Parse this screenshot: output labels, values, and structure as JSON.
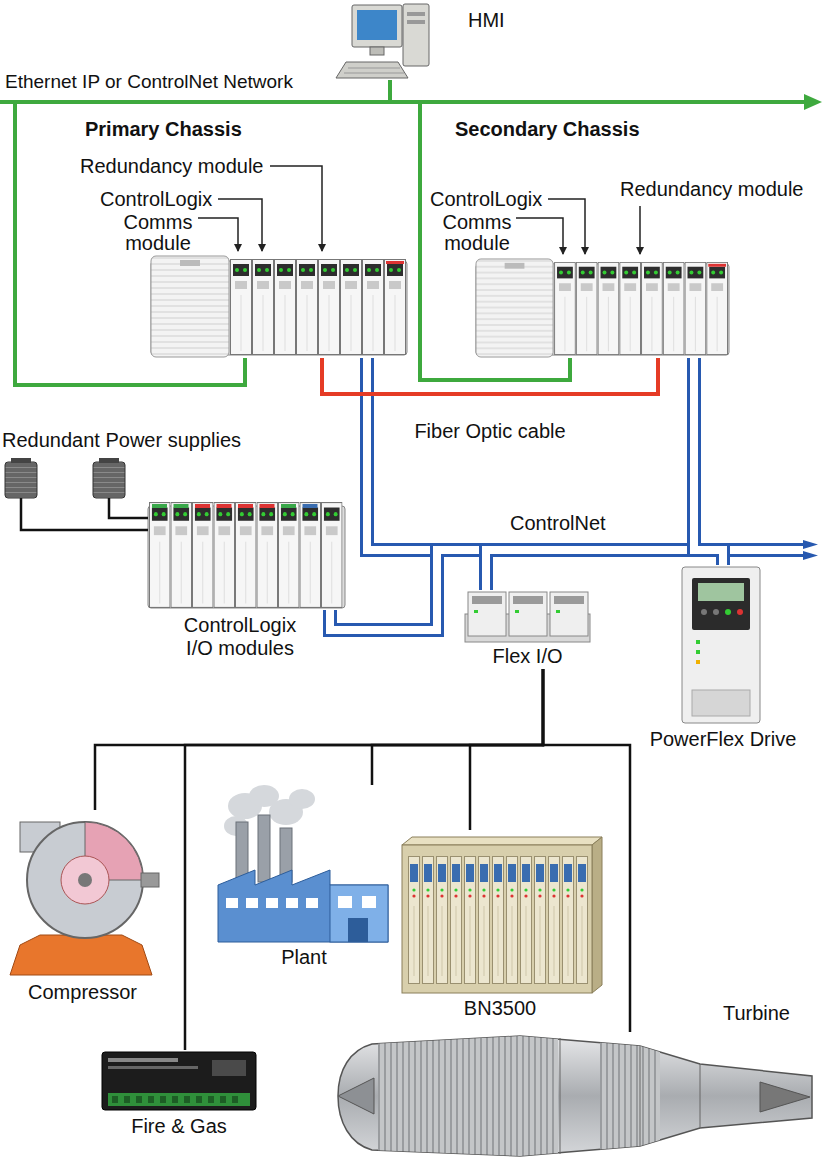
{
  "diagram": {
    "nodes": [
      {
        "text": [
          "HMI"
        ]
      },
      {
        "text": [
          "Primary Chassis"
        ]
      },
      {
        "text": [
          "Secondary Chassis"
        ]
      },
      {
        "text": [
          "Redundant Power supplies"
        ]
      },
      {
        "text": [
          "ControlLogix I/O modules"
        ]
      },
      {
        "text": [
          "Flex I/O"
        ]
      },
      {
        "text": [
          "PowerFlex Drive"
        ]
      },
      {
        "text": [
          "Compressor"
        ]
      },
      {
        "text": [
          "Plant"
        ]
      },
      {
        "text": [
          "BN3500"
        ]
      },
      {
        "text": [
          "Fire & Gas"
        ]
      },
      {
        "text": [
          "Turbine"
        ]
      }
    ],
    "edges": [
      {
        "from": 0,
        "to": 1,
        "arrow": "none"
      },
      {
        "from": 0,
        "to": 2,
        "arrow": "none"
      },
      {
        "from": 1,
        "to": 2,
        "arrow": "none",
        "label": "Fiber Optic cable"
      },
      {
        "from": 1,
        "to": 4,
        "arrow": "none"
      },
      {
        "from": 1,
        "to": 5,
        "arrow": "none"
      },
      {
        "from": 1,
        "to": 6,
        "arrow": "none"
      },
      {
        "from": 2,
        "to": 4,
        "arrow": "none"
      },
      {
        "from": 2,
        "to": 5,
        "arrow": "none"
      },
      {
        "from": 2,
        "to": 6,
        "arrow": "none"
      },
      {
        "from": 3,
        "to": 4,
        "arrow": "none"
      },
      {
        "from": 5,
        "to": 7,
        "arrow": "none"
      },
      {
        "from": 5,
        "to": 8,
        "arrow": "none"
      },
      {
        "from": 5,
        "to": 9,
        "arrow": "none"
      },
      {
        "from": 5,
        "to": 10,
        "arrow": "none"
      },
      {
        "from": 5,
        "to": 11,
        "arrow": "none"
      }
    ],
    "labels": [
      "Ethernet IP or ControlNet Network",
      "Redundancy module",
      "ControlLogix",
      "Comms module",
      "Redundancy module",
      "ControlLogix",
      "Comms module",
      "ControlNet"
    ]
  }
}
